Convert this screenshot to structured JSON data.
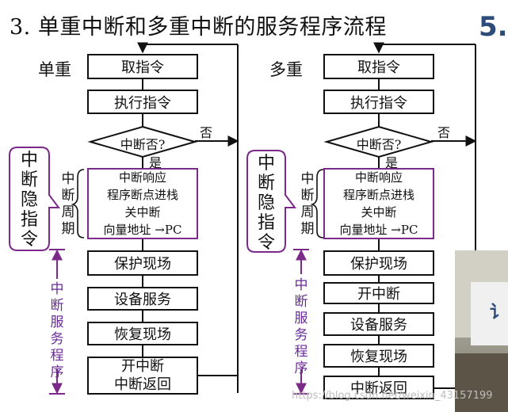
{
  "title": "3. 单重中断和多重中断的服务程序流程",
  "slide_number": "5.",
  "left": {
    "label": "单重",
    "steps": [
      "取指令",
      "执行指令"
    ],
    "decision": "中断否?",
    "yes": "是",
    "no": "否",
    "cycle_lines": [
      "中断响应",
      "程序断点进栈",
      "关中断",
      "向量地址 →PC"
    ],
    "cycle_label": "中断周期",
    "bubble": "中断隐指令",
    "service_label": "中断服务程序",
    "service_steps": [
      "保护现场",
      "设备服务",
      "恢复现场"
    ],
    "final_lines": [
      "开中断",
      "中断返回"
    ]
  },
  "right": {
    "label": "多重",
    "steps": [
      "取指令",
      "执行指令"
    ],
    "decision": "中断否?",
    "yes": "是",
    "no": "否",
    "cycle_lines": [
      "中断响应",
      "程序断点进栈",
      "关中断",
      "向量地址 →PC"
    ],
    "cycle_label": "中断周期",
    "bubble": "中断隐指令",
    "service_label": "中断服务程序",
    "service_steps": [
      "保护现场",
      "开中断",
      "设备服务",
      "恢复现场",
      "中断返回"
    ]
  },
  "watermark": "https://blog.csdn.net/weixin_43157199",
  "photo_glyph": "讠"
}
